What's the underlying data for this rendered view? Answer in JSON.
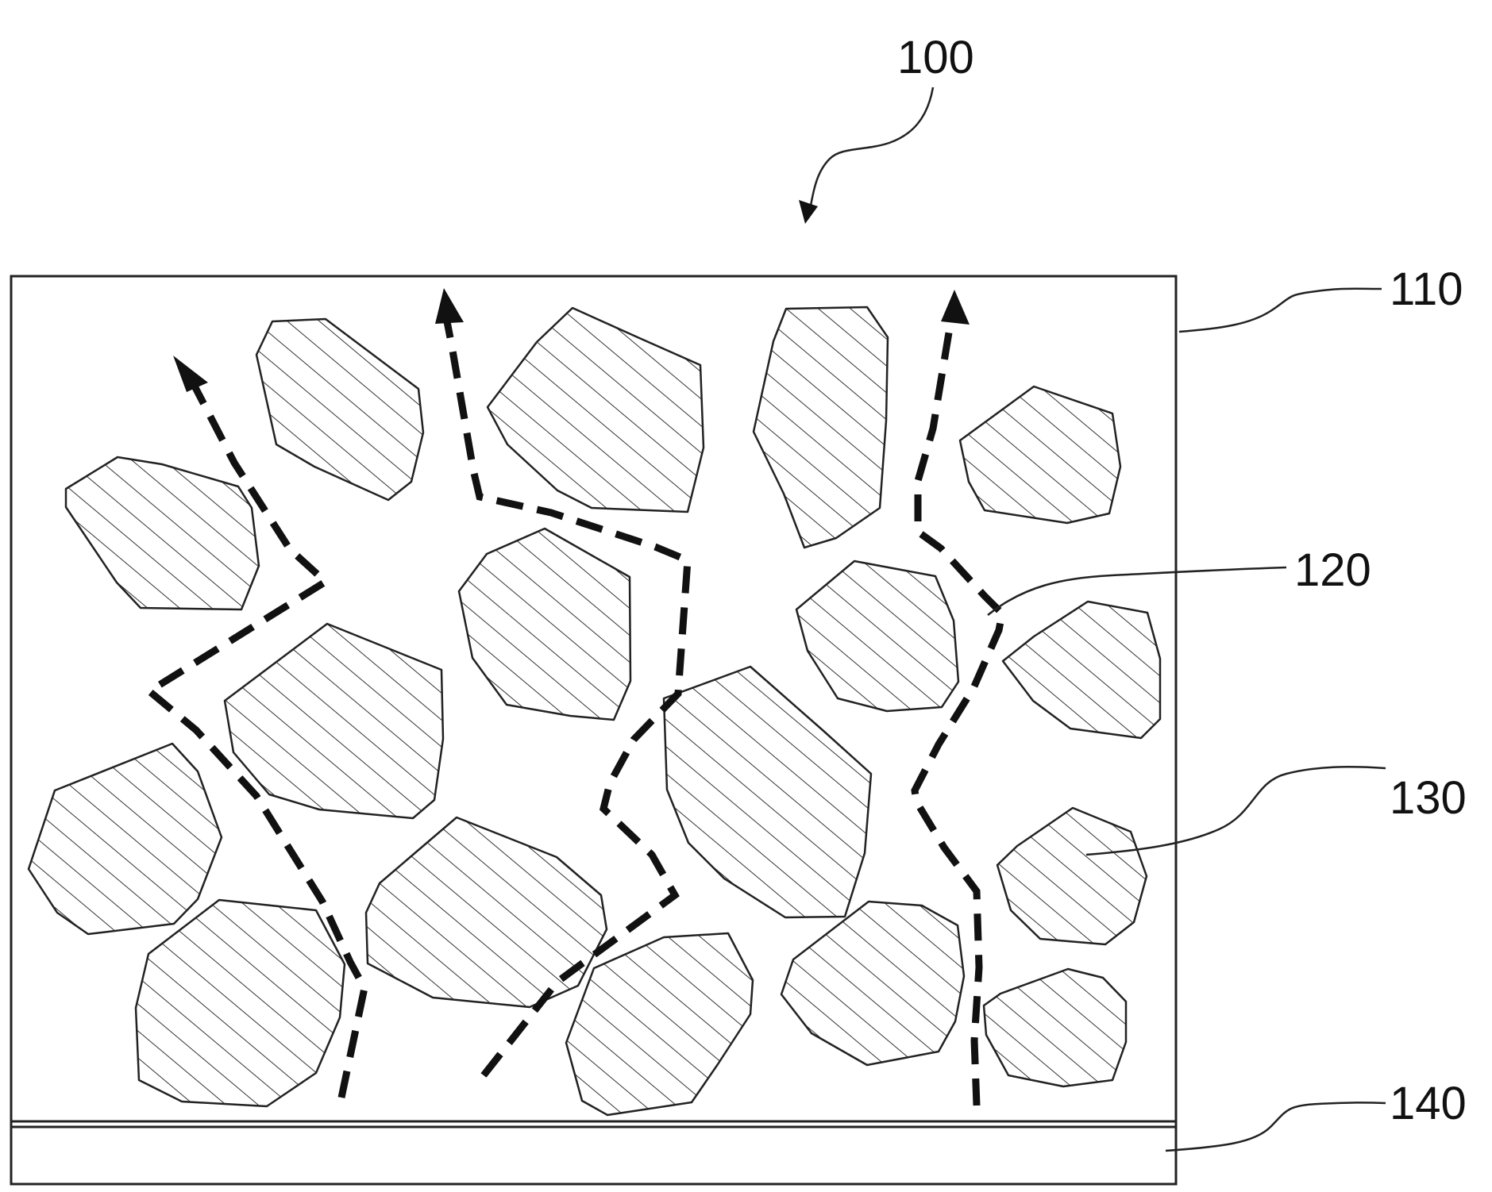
{
  "labels": {
    "device": "100",
    "layer": "110",
    "path": "120",
    "particle": "130",
    "substrate": "140"
  },
  "colors": {
    "ink": "#111111",
    "background": "#ffffff"
  }
}
